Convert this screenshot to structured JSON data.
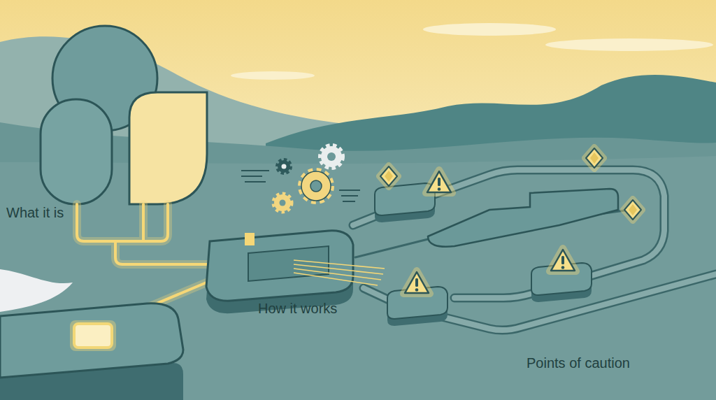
{
  "diagram": {
    "labels": [
      "What it is",
      "How it works",
      "Points of caution"
    ]
  }
}
